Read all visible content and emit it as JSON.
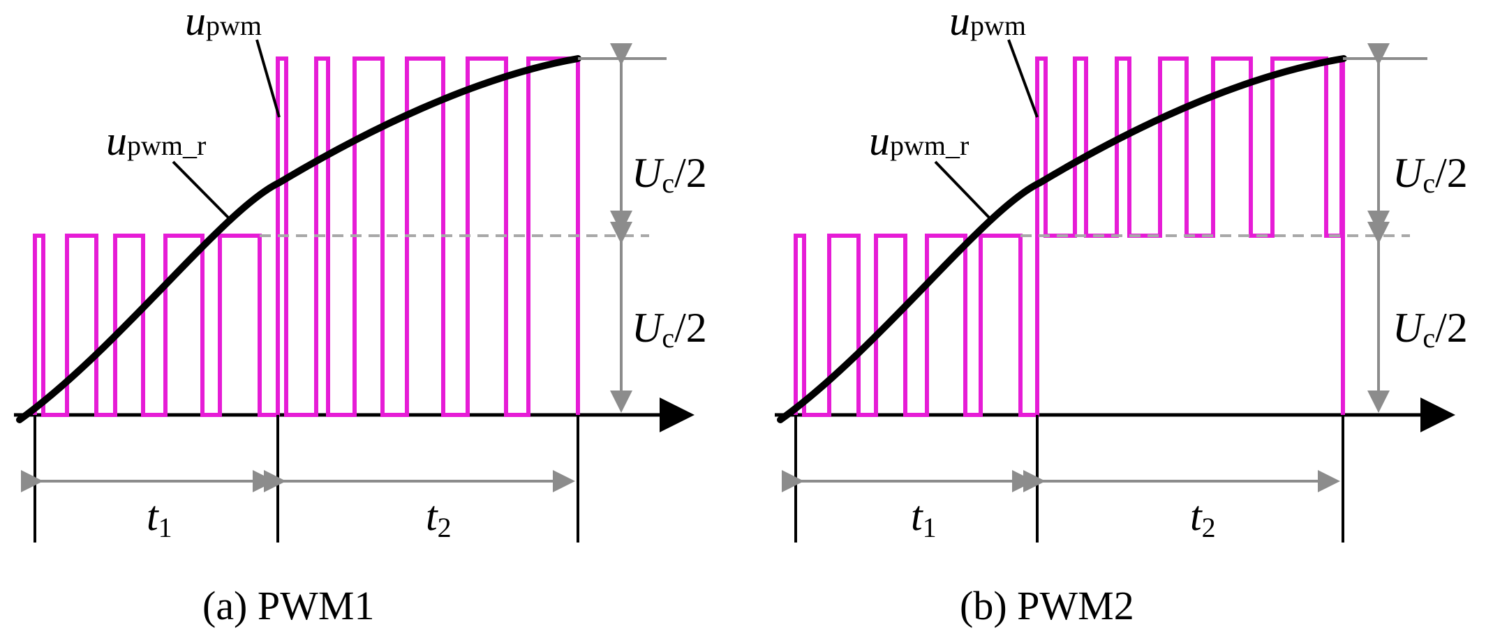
{
  "colors": {
    "pwm": "#e61cd6",
    "reference": "#000000",
    "dimension": "#8c8c8c",
    "dashed": "#a8a8a8"
  },
  "panels": [
    {
      "id": "a",
      "caption": "(a) PWM1",
      "label_pwm": {
        "base": "u",
        "sub": "pwm"
      },
      "label_ref": {
        "base": "u",
        "sub": "pwm_r"
      },
      "dim_label": {
        "base": "U",
        "sub": "c",
        "tail": "/2"
      },
      "t1": {
        "base": "t",
        "sub": "1"
      },
      "t2": {
        "base": "t",
        "sub": "2"
      }
    },
    {
      "id": "b",
      "caption": "(b) PWM2",
      "label_pwm": {
        "base": "u",
        "sub": "pwm"
      },
      "label_ref": {
        "base": "u",
        "sub": "pwm_r"
      },
      "dim_label": {
        "base": "U",
        "sub": "c",
        "tail": "/2"
      },
      "t1": {
        "base": "t",
        "sub": "1"
      },
      "t2": {
        "base": "t",
        "sub": "2"
      }
    }
  ]
}
